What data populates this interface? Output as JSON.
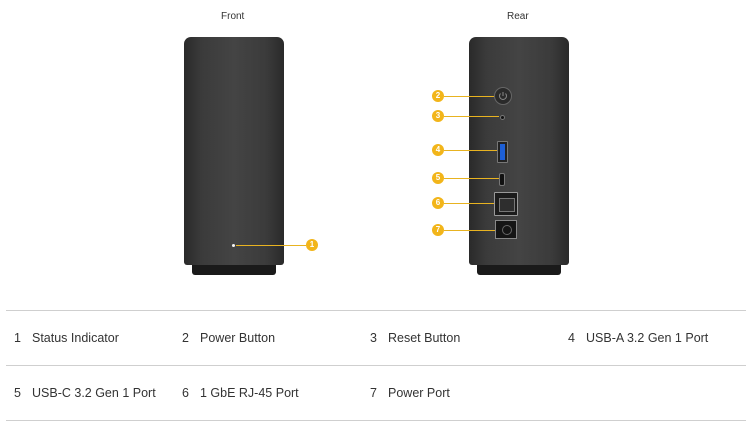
{
  "views": {
    "front": "Front",
    "rear": "Rear"
  },
  "colors": {
    "callout": "#f2b51a",
    "device": "#3d3d3d"
  },
  "callouts": [
    {
      "number": "1",
      "label": "Status Indicator"
    },
    {
      "number": "2",
      "label": "Power Button"
    },
    {
      "number": "3",
      "label": "Reset Button"
    },
    {
      "number": "4",
      "label": "USB-A 3.2 Gen 1 Port"
    },
    {
      "number": "5",
      "label": "USB-C 3.2 Gen 1 Port"
    },
    {
      "number": "6",
      "label": "1 GbE RJ-45 Port"
    },
    {
      "number": "7",
      "label": "Power Port"
    }
  ]
}
